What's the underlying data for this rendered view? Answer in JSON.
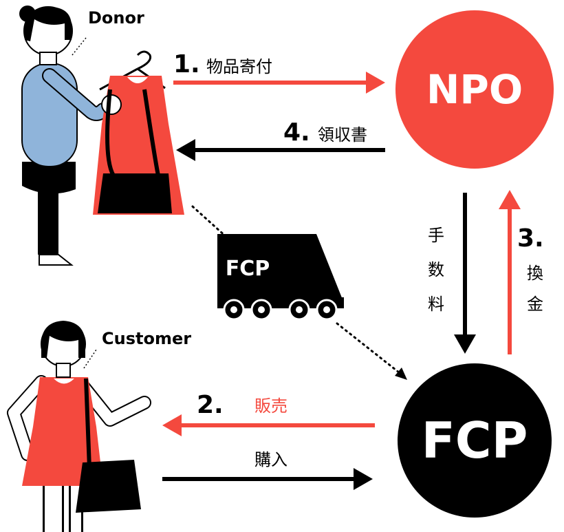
{
  "colors": {
    "red": "#f4493e",
    "black": "#000000",
    "blue": "#8fb4da",
    "white": "#ffffff"
  },
  "people": {
    "donor": {
      "label": "Donor"
    },
    "customer": {
      "label": "Customer"
    }
  },
  "nodes": {
    "npo": {
      "label": "NPO"
    },
    "fcp": {
      "label": "FCP"
    },
    "truck": {
      "label": "FCP"
    }
  },
  "steps": {
    "donate": {
      "number": "1.",
      "text": "物品寄付"
    },
    "sell": {
      "number": "2.",
      "text": "販売"
    },
    "buy": {
      "text": "購入"
    },
    "cash": {
      "number": "3.",
      "chars": [
        "換",
        "金"
      ]
    },
    "fee": {
      "chars": [
        "手",
        "数",
        "料"
      ]
    },
    "receipt": {
      "number": "4.",
      "text": "領収書"
    }
  }
}
